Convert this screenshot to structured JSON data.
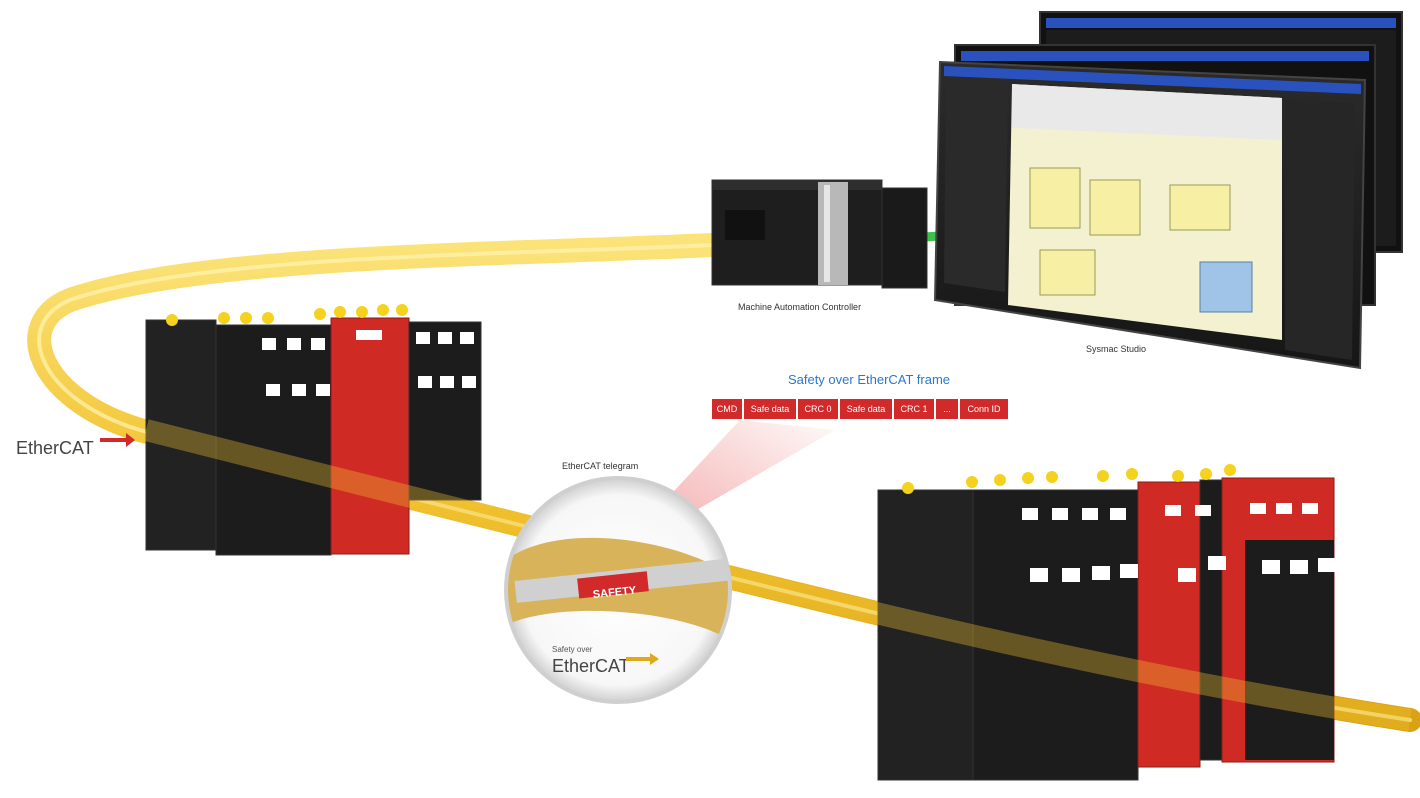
{
  "labels": {
    "controller": "Machine Automation Controller",
    "studio": "Sysmac Studio",
    "telegram": "EtherCAT telegram",
    "frame_title": "Safety over EtherCAT frame",
    "safety_over": "Safety over"
  },
  "frame_fields": [
    "CMD",
    "Safe data",
    "CRC 0",
    "Safe data",
    "CRC 1",
    "...",
    "Conn ID"
  ],
  "logo": {
    "left": "EtherCAT",
    "lens": "EtherCAT"
  },
  "lens_text": {
    "safety": "SAFETY"
  },
  "colors": {
    "cable": "#f2c230",
    "safety_red": "#d22a2a",
    "module_black": "#1e1e1e",
    "network_green": "#3cc24a",
    "frame_title_blue": "#2a78c8"
  }
}
